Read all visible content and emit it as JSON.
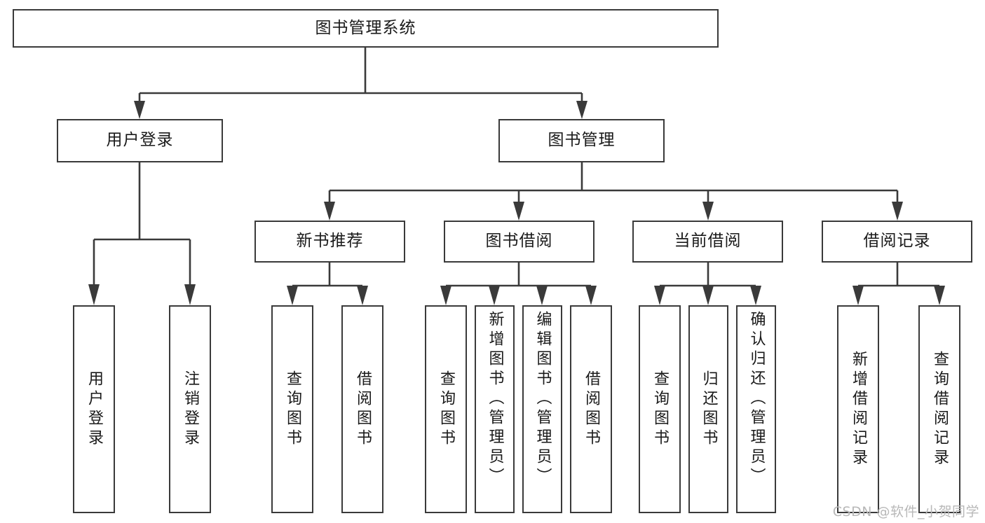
{
  "diagram": {
    "title": "图书管理系统",
    "type": "tree-hierarchy",
    "watermark": "CSDN @软件_小贺同学",
    "root": {
      "id": "root",
      "label": "图书管理系统"
    },
    "level2": [
      {
        "id": "user-login",
        "label": "用户登录"
      },
      {
        "id": "book-manage",
        "label": "图书管理"
      }
    ],
    "level3": [
      {
        "id": "new-book-rec",
        "label": "新书推荐"
      },
      {
        "id": "book-borrow",
        "label": "图书借阅"
      },
      {
        "id": "current-borrow",
        "label": "当前借阅"
      },
      {
        "id": "borrow-record",
        "label": "借阅记录"
      }
    ],
    "leaves": {
      "user_login": [
        {
          "id": "leaf-user-login",
          "label": "用户登录"
        },
        {
          "id": "leaf-logout-login",
          "label": "注销登录"
        }
      ],
      "new_book_rec": [
        {
          "id": "leaf-query-book-1",
          "label": "查询图书"
        },
        {
          "id": "leaf-borrow-book-1",
          "label": "借阅图书"
        }
      ],
      "book_borrow": [
        {
          "id": "leaf-query-book-2",
          "label": "查询图书"
        },
        {
          "id": "leaf-add-book",
          "label": "新增图书（管理员）"
        },
        {
          "id": "leaf-edit-book",
          "label": "编辑图书（管理员）"
        },
        {
          "id": "leaf-borrow-book-2",
          "label": "借阅图书"
        }
      ],
      "current_borrow": [
        {
          "id": "leaf-query-book-3",
          "label": "查询图书"
        },
        {
          "id": "leaf-return-book",
          "label": "归还图书"
        },
        {
          "id": "leaf-confirm-return",
          "label": "确认归还（管理员）"
        }
      ],
      "borrow_record": [
        {
          "id": "leaf-add-record",
          "label": "新增借阅记录"
        },
        {
          "id": "leaf-query-record",
          "label": "查询借阅记录"
        }
      ]
    },
    "colors": {
      "stroke": "#3a3a3a",
      "fill": "#ffffff",
      "text": "#1a1a1a",
      "watermark": "#b8b8b8"
    }
  }
}
